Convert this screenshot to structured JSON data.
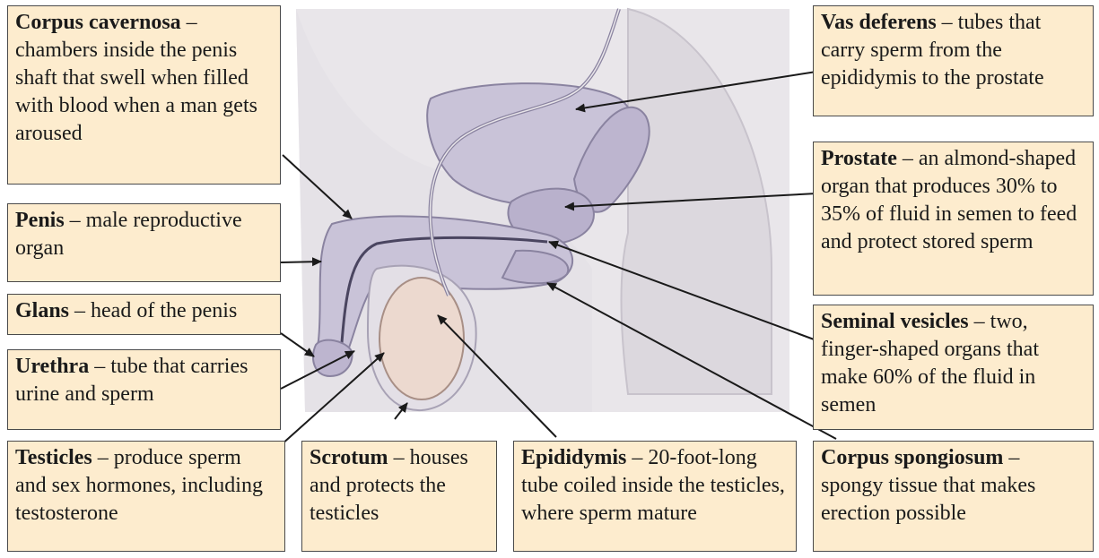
{
  "colors": {
    "label_fill": "#fdecce",
    "label_border": "#4a4a4a",
    "body_fill": "#e9e6ea",
    "organ_fill": "#c9c3d8",
    "organ_stroke": "#8a83a0",
    "testicle_fill": "#ecd9cf",
    "leader_color": "#1a1a1a"
  },
  "labels": [
    {
      "id": "corpus-cavernosa",
      "title": "Corpus cavernosa",
      "desc": " – chambers inside the penis shaft that swell when filled with blood when a man gets aroused"
    },
    {
      "id": "penis",
      "title": "Penis",
      "desc": " – male reproductive organ"
    },
    {
      "id": "glans",
      "title": "Glans",
      "desc": " – head of the penis"
    },
    {
      "id": "urethra",
      "title": "Urethra",
      "desc": " – tube that carries urine and sperm"
    },
    {
      "id": "testicles",
      "title": "Testicles",
      "desc": " – produce sperm and sex hormones, including testosterone"
    },
    {
      "id": "scrotum",
      "title": "Scrotum",
      "desc": " – houses and protects the testicles"
    },
    {
      "id": "epididymis",
      "title": "Epididymis",
      "desc": " – 20-foot-long tube coiled inside the testicles, where sperm mature"
    },
    {
      "id": "corpus-spongiosum",
      "title": "Corpus spongiosum",
      "desc": " – spongy tissue that makes erection possible"
    },
    {
      "id": "vas-deferens",
      "title": "Vas deferens",
      "desc": " – tubes that carry sperm from the epididymis to the prostate"
    },
    {
      "id": "prostate",
      "title": "Prostate",
      "desc": " – an almond-shaped organ that produces 30% to 35% of fluid in semen to feed and protect stored sperm"
    },
    {
      "id": "seminal-vesicles",
      "title": "Seminal vesicles",
      "desc": " – two, finger-shaped organs that make 60% of the fluid in semen"
    }
  ]
}
